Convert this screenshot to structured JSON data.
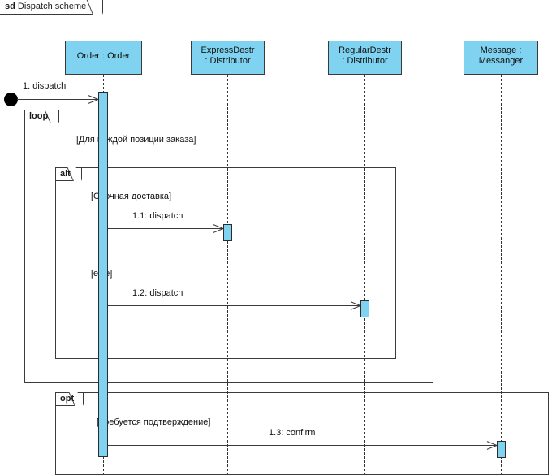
{
  "diagram": {
    "kind_keyword": "sd",
    "name": "Dispatch scheme",
    "type": "uml-sequence-diagram"
  },
  "colors": {
    "lifeline_fill": "#7FD3F0",
    "stroke": "#3a3a3a",
    "activation_fill": "#7FD3F0",
    "background": "#ffffff"
  },
  "lifelines": [
    {
      "id": "order",
      "line1": "Order : Order",
      "line2": ""
    },
    {
      "id": "express",
      "line1": "ExpressDestr",
      "line2": ": Distributor"
    },
    {
      "id": "regular",
      "line1": "RegularDestr",
      "line2": ": Distributor"
    },
    {
      "id": "messenger",
      "line1": "Message :",
      "line2": "Messanger"
    }
  ],
  "messages": [
    {
      "id": "m1",
      "label": "1: dispatch",
      "from": "found-node",
      "to": "order"
    },
    {
      "id": "m1_1",
      "label": "1.1: dispatch",
      "from": "order",
      "to": "express"
    },
    {
      "id": "m1_2",
      "label": "1.2: dispatch",
      "from": "order",
      "to": "regular"
    },
    {
      "id": "m1_3",
      "label": "1.3: confirm",
      "from": "order",
      "to": "messenger"
    }
  ],
  "fragments": [
    {
      "id": "loop",
      "operator": "loop",
      "guards": [
        "[Для каждой позиции заказа]"
      ]
    },
    {
      "id": "alt",
      "operator": "alt",
      "guards": [
        "[Срочная доставка]",
        "[else]"
      ]
    },
    {
      "id": "opt",
      "operator": "opt",
      "guards": [
        "[Требуется подтверждение]"
      ]
    }
  ]
}
